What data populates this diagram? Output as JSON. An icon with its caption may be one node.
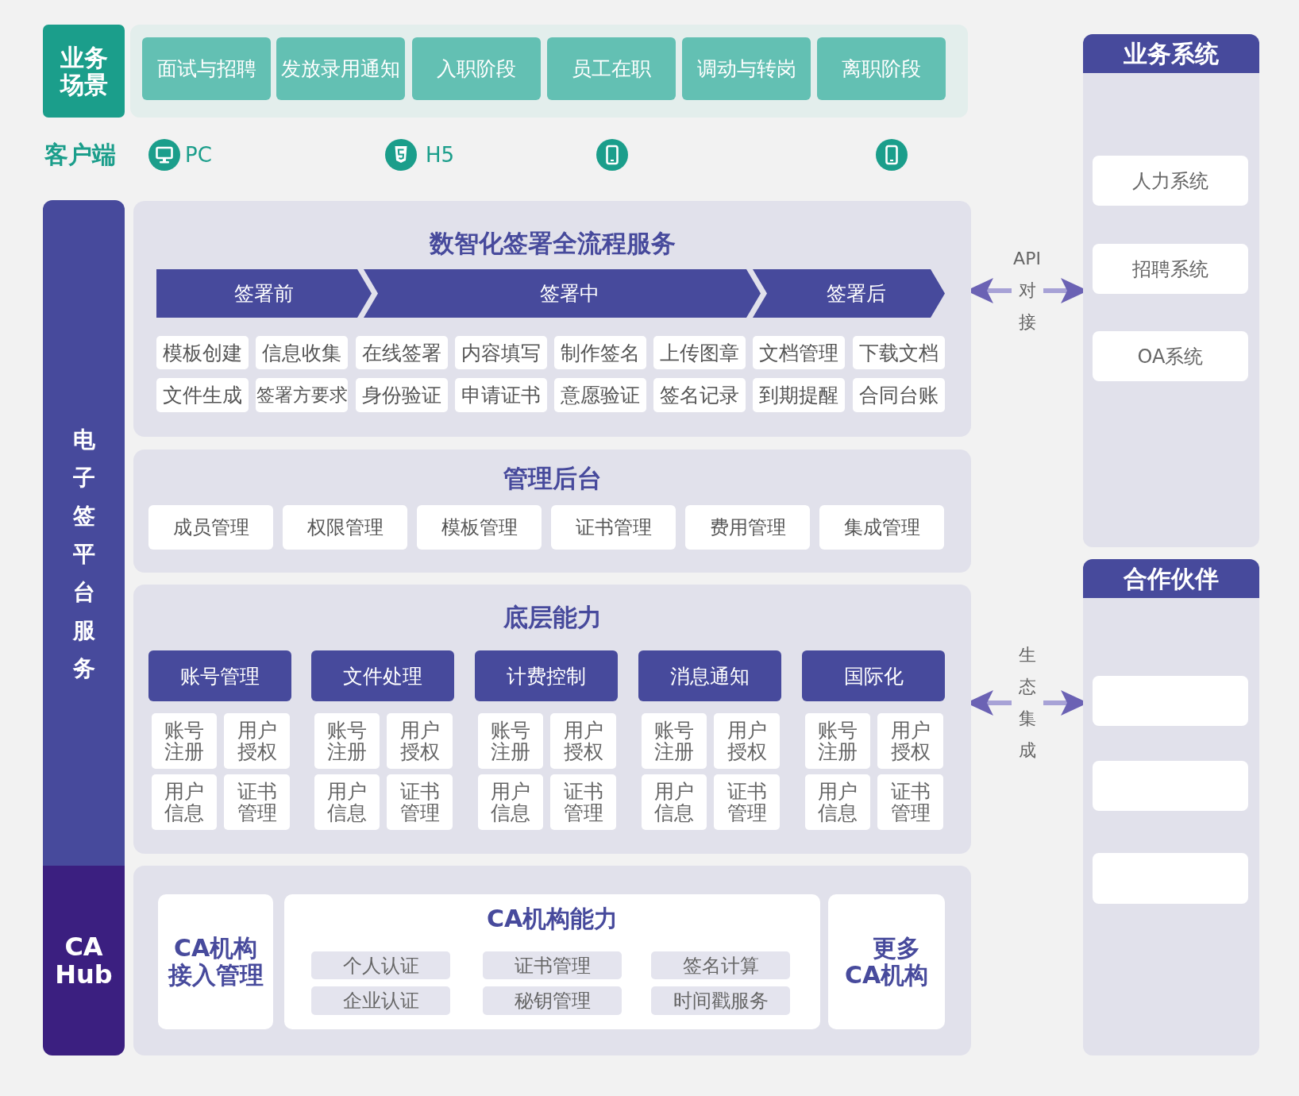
{
  "diagram": {
    "nodes": [
      {
        "text": [
          "业务场景"
        ]
      },
      {
        "text": [],
        "shape": "box"
      },
      {
        "text": [
          "面试与招聘"
        ],
        "in": 1
      },
      {
        "text": [
          "发放录用通知"
        ],
        "in": 1
      },
      {
        "text": [
          "入职阶段"
        ],
        "in": 1
      },
      {
        "text": [
          "员工在职"
        ],
        "in": 1
      },
      {
        "text": [
          "调动与转岗"
        ],
        "in": 1
      },
      {
        "text": [
          "离职阶段"
        ],
        "in": 1
      },
      {
        "text": [
          "电子签平台服务"
        ]
      },
      {
        "text": [
          "数智化签署全流程服务"
        ]
      },
      {
        "text": [
          "签署前"
        ],
        "in": 9
      },
      {
        "text": [
          "签署中"
        ],
        "in": 9
      },
      {
        "text": [
          "签署后"
        ],
        "in": 9
      },
      {
        "text": [
          "模板创建"
        ],
        "in": 9
      },
      {
        "text": [
          "信息收集"
        ],
        "in": 9
      },
      {
        "text": [
          "在线签署"
        ],
        "in": 9
      },
      {
        "text": [
          "内容填写"
        ],
        "in": 9
      },
      {
        "text": [
          "制作签名"
        ],
        "in": 9
      },
      {
        "text": [
          "上传图章"
        ],
        "in": 9
      },
      {
        "text": [
          "文档管理"
        ],
        "in": 9
      },
      {
        "text": [
          "下载文档"
        ],
        "in": 9
      },
      {
        "text": [
          "文件生成"
        ],
        "in": 9
      },
      {
        "text": [
          "签署方要求"
        ],
        "in": 9
      },
      {
        "text": [
          "身份验证"
        ],
        "in": 9
      },
      {
        "text": [
          "申请证书"
        ],
        "in": 9
      },
      {
        "text": [
          "意愿验证"
        ],
        "in": 9
      },
      {
        "text": [
          "签名记录"
        ],
        "in": 9
      },
      {
        "text": [
          "到期提醒"
        ],
        "in": 9
      },
      {
        "text": [
          "合同台账"
        ],
        "in": 9
      },
      {
        "text": [
          "管理后台"
        ]
      },
      {
        "text": [
          "成员管理"
        ],
        "in": 29
      },
      {
        "text": [
          "权限管理"
        ],
        "in": 29
      },
      {
        "text": [
          "模板管理"
        ],
        "in": 29
      },
      {
        "text": [
          "证书管理"
        ],
        "in": 29
      },
      {
        "text": [
          "费用管理"
        ],
        "in": 29
      },
      {
        "text": [
          "集成管理"
        ],
        "in": 29
      },
      {
        "text": [
          "底层能力"
        ]
      },
      {
        "text": [
          "账号管理"
        ],
        "in": 36
      },
      {
        "text": [
          "账号注册"
        ],
        "in": 36
      },
      {
        "text": [
          "用户授权"
        ],
        "in": 36
      },
      {
        "text": [
          "用户信息"
        ],
        "in": 36
      },
      {
        "text": [
          "证书管理"
        ],
        "in": 36
      },
      {
        "text": [
          "文件处理"
        ],
        "in": 36
      },
      {
        "text": [
          "账号注册"
        ],
        "in": 36
      },
      {
        "text": [
          "用户授权"
        ],
        "in": 36
      },
      {
        "text": [
          "用户信息"
        ],
        "in": 36
      },
      {
        "text": [
          "证书管理"
        ],
        "in": 36
      },
      {
        "text": [
          "计费控制"
        ],
        "in": 36
      },
      {
        "text": [
          "账号注册"
        ],
        "in": 36
      },
      {
        "text": [
          "用户授权"
        ],
        "in": 36
      },
      {
        "text": [
          "用户信息"
        ],
        "in": 36
      },
      {
        "text": [
          "证书管理"
        ],
        "in": 36
      },
      {
        "text": [
          "消息通知"
        ],
        "in": 36
      },
      {
        "text": [
          "账号注册"
        ],
        "in": 36
      },
      {
        "text": [
          "用户授权"
        ],
        "in": 36
      },
      {
        "text": [
          "用户信息"
        ],
        "in": 36
      },
      {
        "text": [
          "证书管理"
        ],
        "in": 36
      },
      {
        "text": [
          "国际化"
        ],
        "in": 36
      },
      {
        "text": [
          "账号注册"
        ],
        "in": 36
      },
      {
        "text": [
          "用户授权"
        ],
        "in": 36
      },
      {
        "text": [
          "用户信息"
        ],
        "in": 36
      },
      {
        "text": [
          "证书管理"
        ],
        "in": 36
      },
      {
        "text": [
          "CA Hub"
        ]
      },
      {
        "text": [],
        "shape": "box"
      },
      {
        "text": [
          "CA机构接入管理"
        ],
        "in": 63
      },
      {
        "text": [
          "CA机构能力"
        ],
        "in": 63
      },
      {
        "text": [
          "个人认证"
        ],
        "in": 65
      },
      {
        "text": [
          "证书管理"
        ],
        "in": 65
      },
      {
        "text": [
          "签名计算"
        ],
        "in": 65
      },
      {
        "text": [
          "企业认证"
        ],
        "in": 65
      },
      {
        "text": [
          "秘钥管理"
        ],
        "in": 65
      },
      {
        "text": [
          "时间戳服务"
        ],
        "in": 65
      },
      {
        "text": [
          "更多CA机构"
        ],
        "in": 63
      },
      {
        "text": [
          "业务系统"
        ]
      },
      {
        "text": [
          "人力系统"
        ],
        "in": 73
      },
      {
        "text": [
          "招聘系统"
        ],
        "in": 73
      },
      {
        "text": [
          "OA系统"
        ],
        "in": 73
      },
      {
        "text": [
          "合作伙伴"
        ]
      },
      {
        "text": [],
        "shape": "box",
        "in": 77
      },
      {
        "text": [],
        "shape": "box",
        "in": 77
      },
      {
        "text": [],
        "shape": "box",
        "in": 77
      }
    ],
    "edges": [
      {
        "from": 9,
        "to": 73,
        "arrow": "both",
        "label": "API对接"
      },
      {
        "from": 36,
        "to": 77,
        "arrow": "both",
        "label": "生态集成"
      }
    ],
    "labels": [
      "客户端",
      "PC",
      "H5"
    ]
  }
}
